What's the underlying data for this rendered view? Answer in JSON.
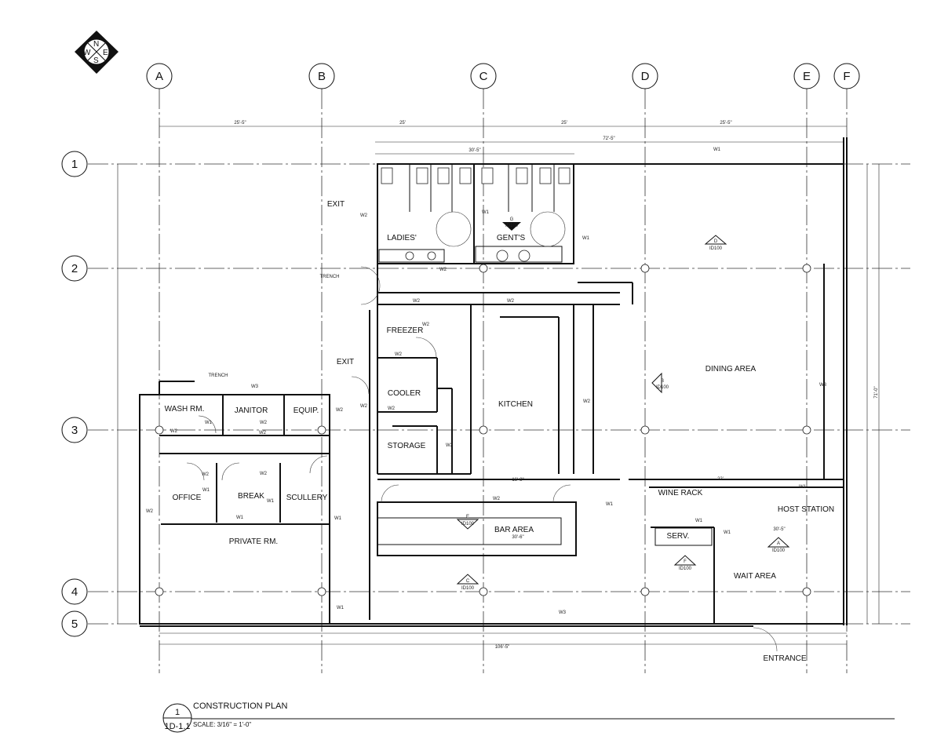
{
  "compass": {
    "n": "N",
    "e": "E",
    "s": "S",
    "w": "W"
  },
  "grid_columns": [
    "A",
    "B",
    "C",
    "D",
    "E",
    "F"
  ],
  "grid_rows": [
    "1",
    "2",
    "3",
    "4",
    "5"
  ],
  "rooms": {
    "ladies": "LADIES'",
    "gents": "GENT'S",
    "freezer": "FREEZER",
    "cooler": "COOLER",
    "storage": "STORAGE",
    "kitchen": "KITCHEN",
    "dining": "DINING AREA",
    "wash": "WASH RM.",
    "janitor": "JANITOR",
    "equip": "EQUIP.",
    "office": "OFFICE",
    "break": "BREAK",
    "scullery": "SCULLERY",
    "private": "PRIVATE RM.",
    "bar": "BAR AREA",
    "wine": "WINE RACK",
    "serv": "SERV.",
    "host": "HOST STATION",
    "wait": "WAIT AREA",
    "entrance": "ENTRANCE",
    "exit_top": "EXIT",
    "exit_mid": "EXIT",
    "trench_top": "TRENCH",
    "trench_left": "TRENCH"
  },
  "walls": {
    "w1": "W1",
    "w2": "W2",
    "w3": "W3"
  },
  "dimensions": {
    "ab": "25'-5\"",
    "bc": "25'",
    "cd": "25'",
    "de": "25'-5\"",
    "restroom_overall": "72'-5\"",
    "restroom_span": "30'-5\"",
    "total_bottom": "106'-5\"",
    "wine_rack": "22'",
    "height_total": "71'-0\"",
    "bar_len": "30'-6\"",
    "kitchen_len": "16'-8\"",
    "host": "30'-5\""
  },
  "section_tags": {
    "id": "ID100",
    "a": "A",
    "b": "B",
    "c": "C",
    "d": "D",
    "e": "E",
    "f": "F",
    "g": "G"
  },
  "title_block": {
    "number": "1",
    "sheet": "1D-1.1",
    "title": "CONSTRUCTION PLAN",
    "scale": "SCALE: 3/16\" = 1'-0\""
  }
}
